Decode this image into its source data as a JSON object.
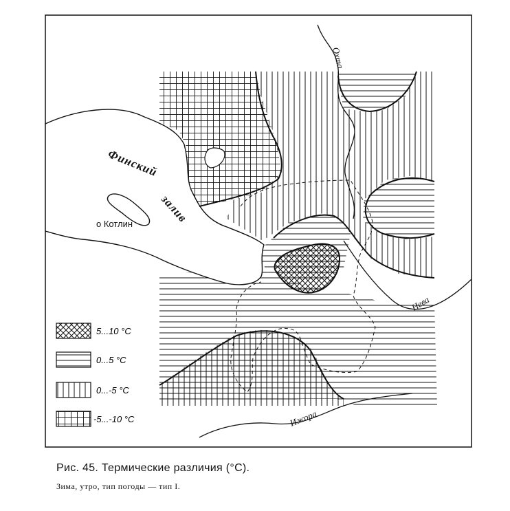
{
  "map": {
    "labels": {
      "gulf_line1": "Финский",
      "gulf_line2": "залив",
      "island": "о Котлин",
      "river_okhta": "Охта",
      "river_neva": "Нева",
      "river_izhora": "Ижора"
    },
    "zones": [
      {
        "key": "z1",
        "range": "5...10 °C",
        "pattern": "crosshatch-diagonal"
      },
      {
        "key": "z2",
        "range": "0...5 °C",
        "pattern": "horizontal-lines"
      },
      {
        "key": "z3",
        "range": "0...-5 °C",
        "pattern": "vertical-lines"
      },
      {
        "key": "z4",
        "range": "-5...-10 °C",
        "pattern": "grid"
      }
    ]
  },
  "caption": {
    "title": "Рис. 45. Термические различия (°С).",
    "subtitle": "Зима, утро, тип погоды — тип I."
  },
  "colors": {
    "ink": "#111111",
    "paper": "#ffffff"
  }
}
